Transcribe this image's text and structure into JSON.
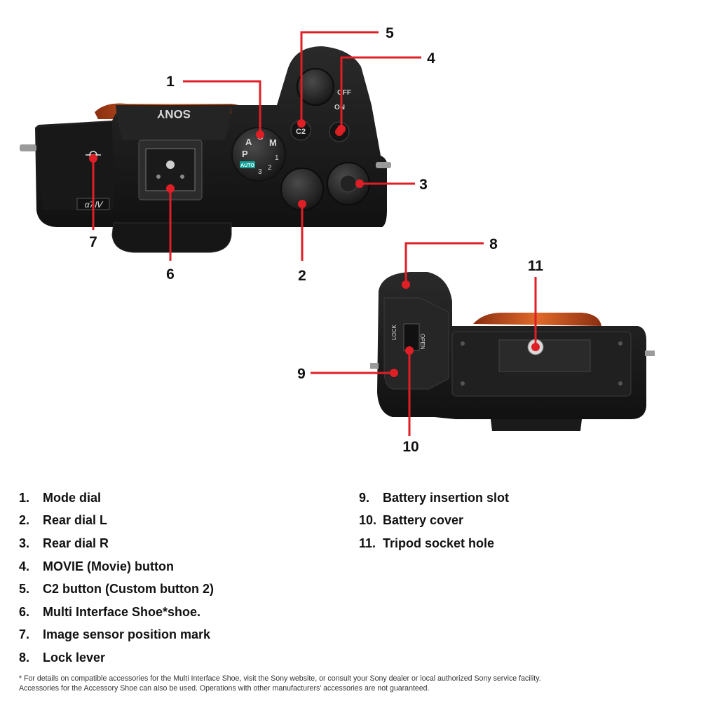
{
  "callouts": [
    "1",
    "2",
    "3",
    "4",
    "5",
    "6",
    "7",
    "8",
    "9",
    "10",
    "11"
  ],
  "camera_markings": {
    "brand": "SONY",
    "model": "α7Ⅳ",
    "dial_modes": [
      "P",
      "A",
      "S",
      "M",
      "AUTO",
      "3",
      "2",
      "1"
    ],
    "power_off": "OFF",
    "power_on": "ON",
    "c2_button": "C2",
    "lock": "LOCK",
    "open": "OPEN"
  },
  "legend": {
    "left": [
      {
        "num": "1.",
        "label": "Mode dial"
      },
      {
        "num": "2.",
        "label": "Rear dial L"
      },
      {
        "num": "3.",
        "label": "Rear dial R"
      },
      {
        "num": "4.",
        "label": "MOVIE (Movie) button"
      },
      {
        "num": "5.",
        "label": "C2 button (Custom button 2)"
      },
      {
        "num": "6.",
        "label": "Multi Interface Shoe*shoe."
      },
      {
        "num": "7.",
        "label": "Image sensor position mark"
      },
      {
        "num": "8.",
        "label": "Lock lever"
      }
    ],
    "right": [
      {
        "num": "9.",
        "label": "Battery insertion slot"
      },
      {
        "num": "10.",
        "label": "Battery cover"
      },
      {
        "num": "11.",
        "label": "Tripod socket hole"
      }
    ]
  },
  "footnote": {
    "line1": "* For details on compatible accessories for the Multi Interface Shoe, visit the Sony website, or consult your Sony dealer or local authorized Sony service facility.",
    "line2": "Accessories for the Accessory Shoe can also be used. Operations with other manufacturers’ accessories are not guaranteed."
  },
  "colors": {
    "callout_red": "#e01e26",
    "camera_body": "#1c1c1c",
    "camera_highlight": "#3a3a3a",
    "sensor_orange": "#c8501c"
  }
}
